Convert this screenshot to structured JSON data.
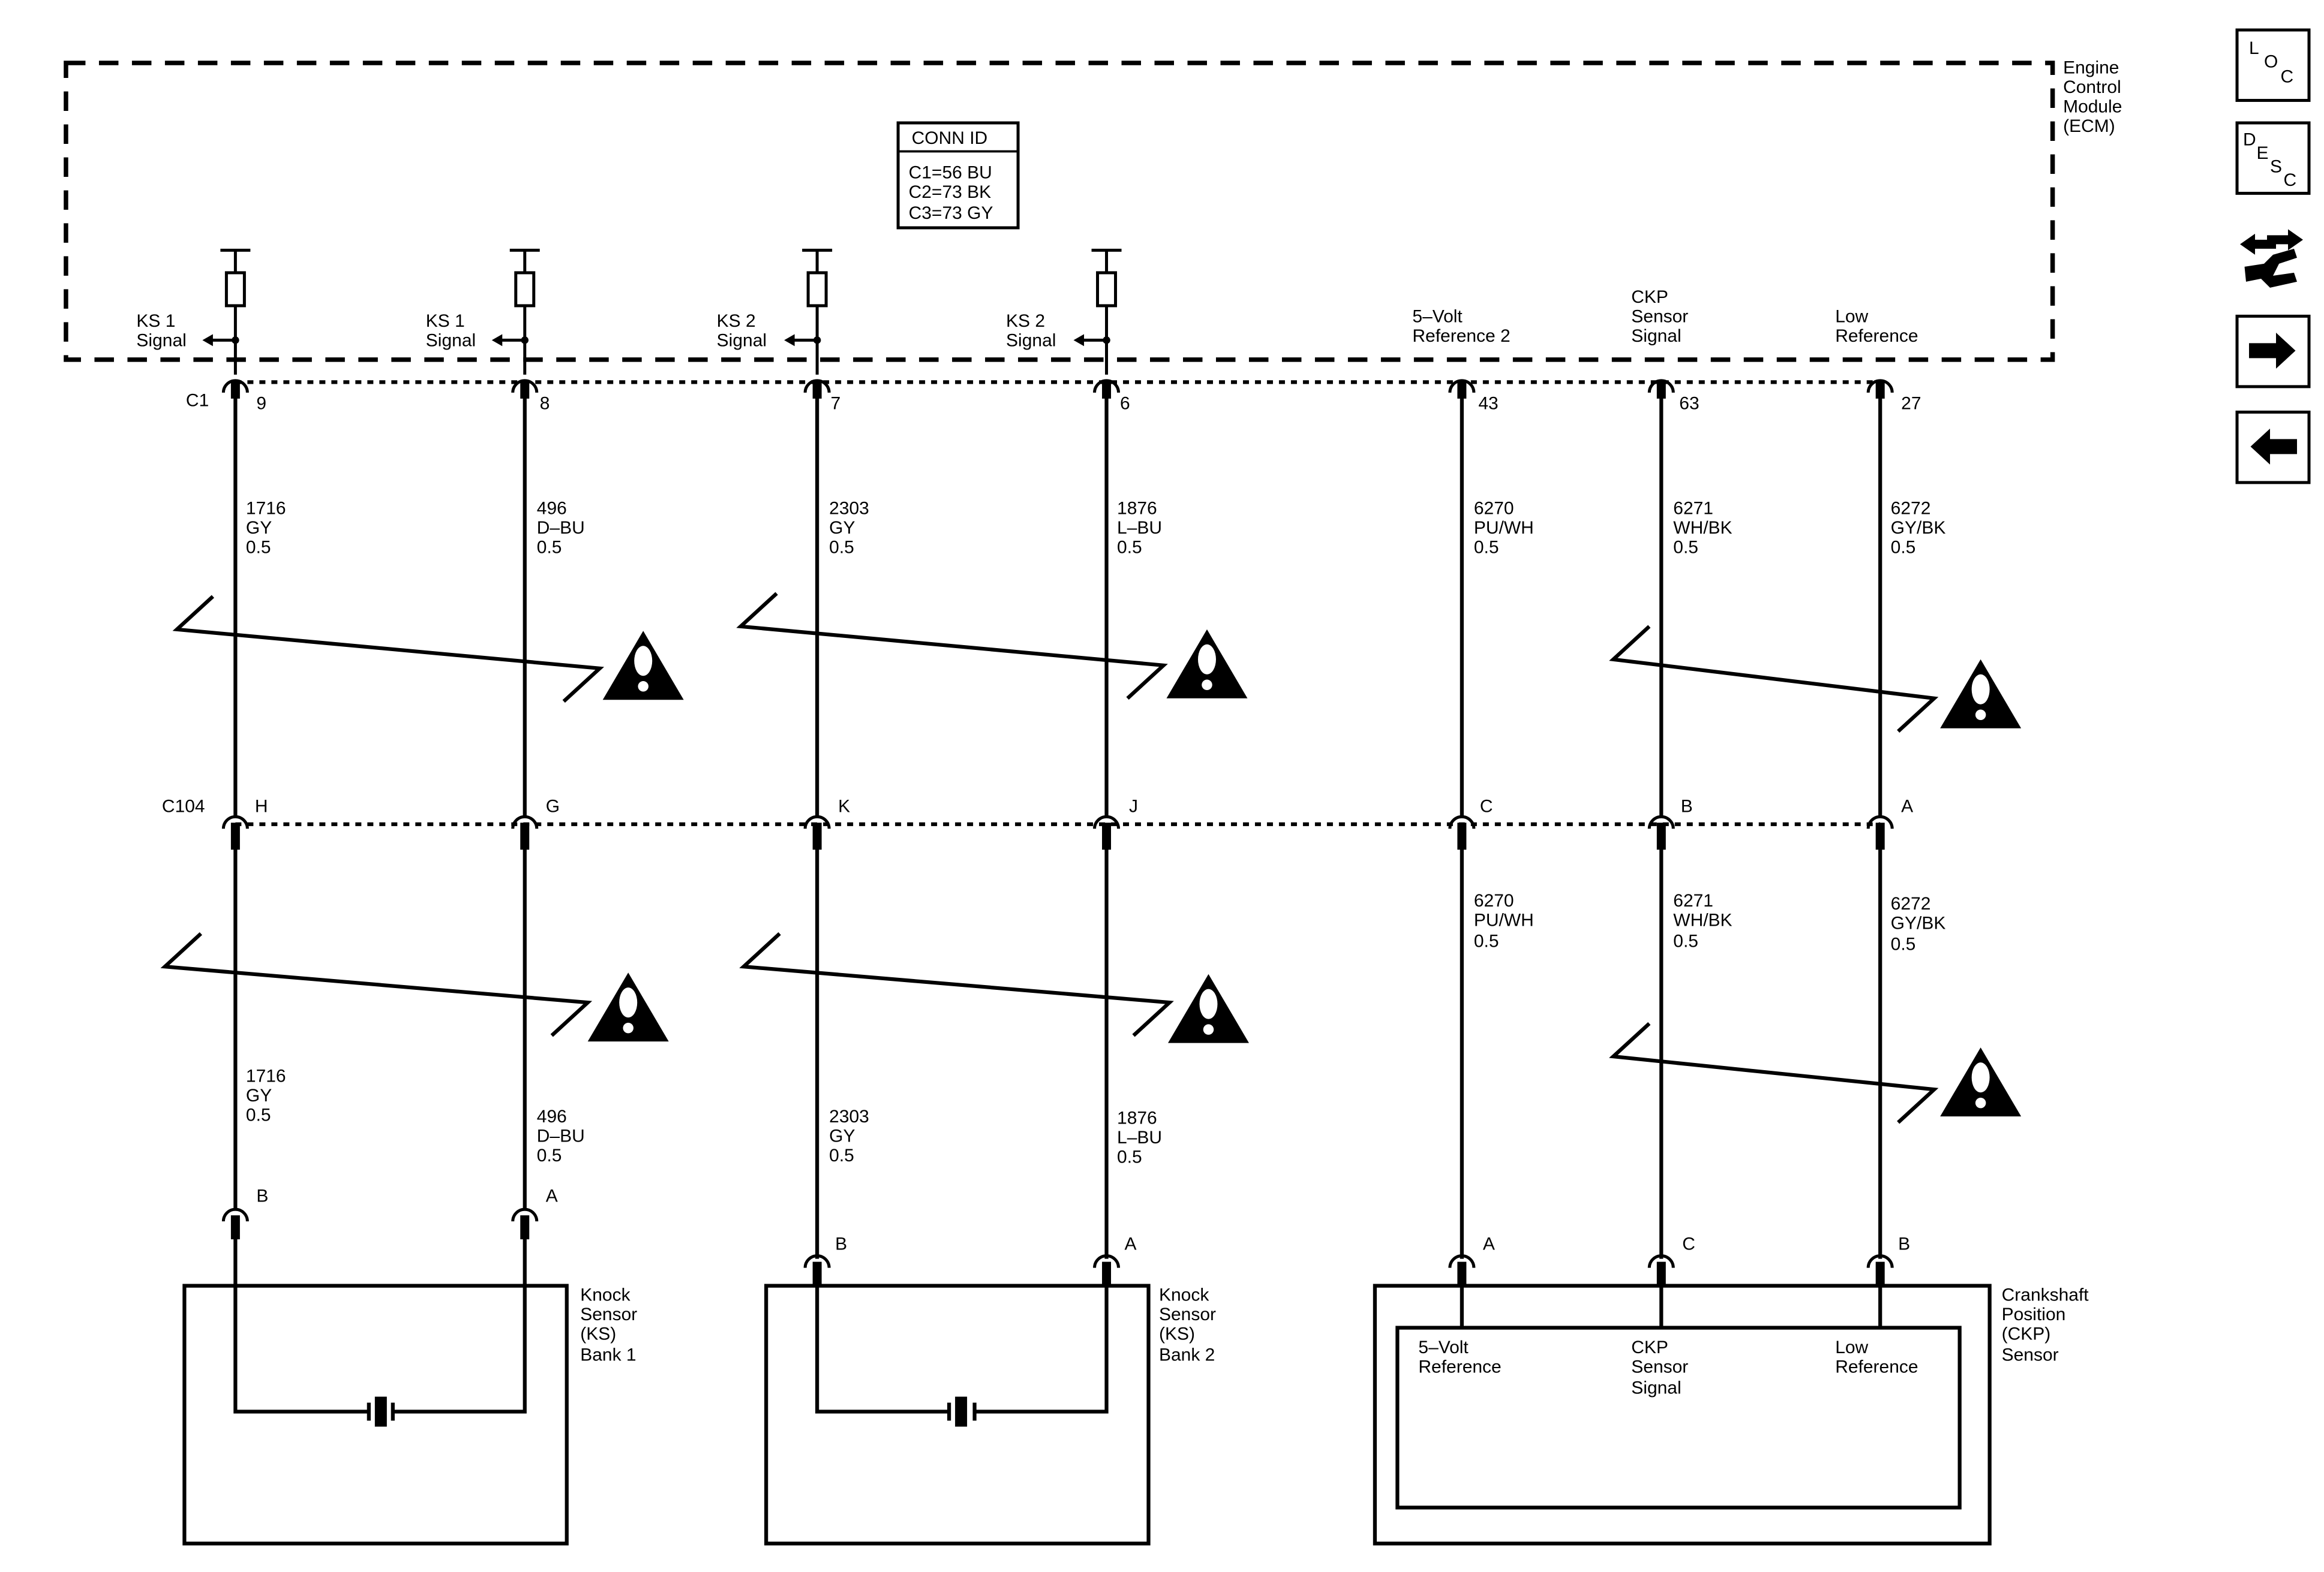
{
  "ecm": {
    "title_lines": [
      "Engine",
      "Control",
      "Module",
      "(ECM)"
    ],
    "conn_id": {
      "header": "CONN ID",
      "lines": [
        "C1=56 BU",
        "C2=73 BK",
        "C3=73 GY"
      ]
    },
    "connector_label": "C1",
    "signals": [
      {
        "label": [
          "KS 1",
          "Signal"
        ],
        "pin": "9"
      },
      {
        "label": [
          "KS 1",
          "Signal"
        ],
        "pin": "8"
      },
      {
        "label": [
          "KS 2",
          "Signal"
        ],
        "pin": "7"
      },
      {
        "label": [
          "KS 2",
          "Signal"
        ],
        "pin": "6"
      },
      {
        "label": [
          "5–Volt",
          "Reference 2"
        ],
        "pin": "43"
      },
      {
        "label": [
          "CKP",
          "Sensor",
          "Signal"
        ],
        "pin": "63"
      },
      {
        "label": [
          "Low",
          "Reference"
        ],
        "pin": "27"
      }
    ]
  },
  "upper_wires": [
    [
      "1716",
      "GY",
      "0.5"
    ],
    [
      "496",
      "D–BU",
      "0.5"
    ],
    [
      "2303",
      "GY",
      "0.5"
    ],
    [
      "1876",
      "L–BU",
      "0.5"
    ],
    [
      "6270",
      "PU/WH",
      "0.5"
    ],
    [
      "6271",
      "WH/BK",
      "0.5"
    ],
    [
      "6272",
      "GY/BK",
      "0.5"
    ]
  ],
  "inline_connector": {
    "label": "C104",
    "pins": [
      "H",
      "G",
      "K",
      "J",
      "C",
      "B",
      "A"
    ]
  },
  "lower_wires": [
    [
      "1716",
      "GY",
      "0.5"
    ],
    [
      "496",
      "D–BU",
      "0.5"
    ],
    [
      "2303",
      "GY",
      "0.5"
    ],
    [
      "1876",
      "L–BU",
      "0.5"
    ],
    [
      "6270",
      "PU/WH",
      "0.5"
    ],
    [
      "6271",
      "WH/BK",
      "0.5"
    ],
    [
      "6272",
      "GY/BK",
      "0.5"
    ]
  ],
  "component_pins": [
    "B",
    "A",
    "B",
    "A",
    "A",
    "C",
    "B"
  ],
  "components": [
    {
      "name_lines": [
        "Knock",
        "Sensor",
        "(KS)",
        "Bank 1"
      ]
    },
    {
      "name_lines": [
        "Knock",
        "Sensor",
        "(KS)",
        "Bank 2"
      ]
    },
    {
      "name_lines": [
        "Crankshaft",
        "Position",
        "(CKP)",
        "Sensor"
      ],
      "inner_labels": [
        [
          "5–Volt",
          "Reference"
        ],
        [
          "CKP",
          "Sensor",
          "Signal"
        ],
        [
          "Low",
          "Reference"
        ]
      ]
    }
  ],
  "nav": {
    "loc_letters": [
      "L",
      "O",
      "C"
    ],
    "desc_letters": [
      "D",
      "E",
      "S",
      "C"
    ],
    "icons": [
      "loc-icon",
      "desc-icon",
      "connector-end-view-icon",
      "next-arrow-icon",
      "previous-arrow-icon"
    ]
  },
  "colors": {
    "line": "#000000",
    "background": "#ffffff"
  }
}
